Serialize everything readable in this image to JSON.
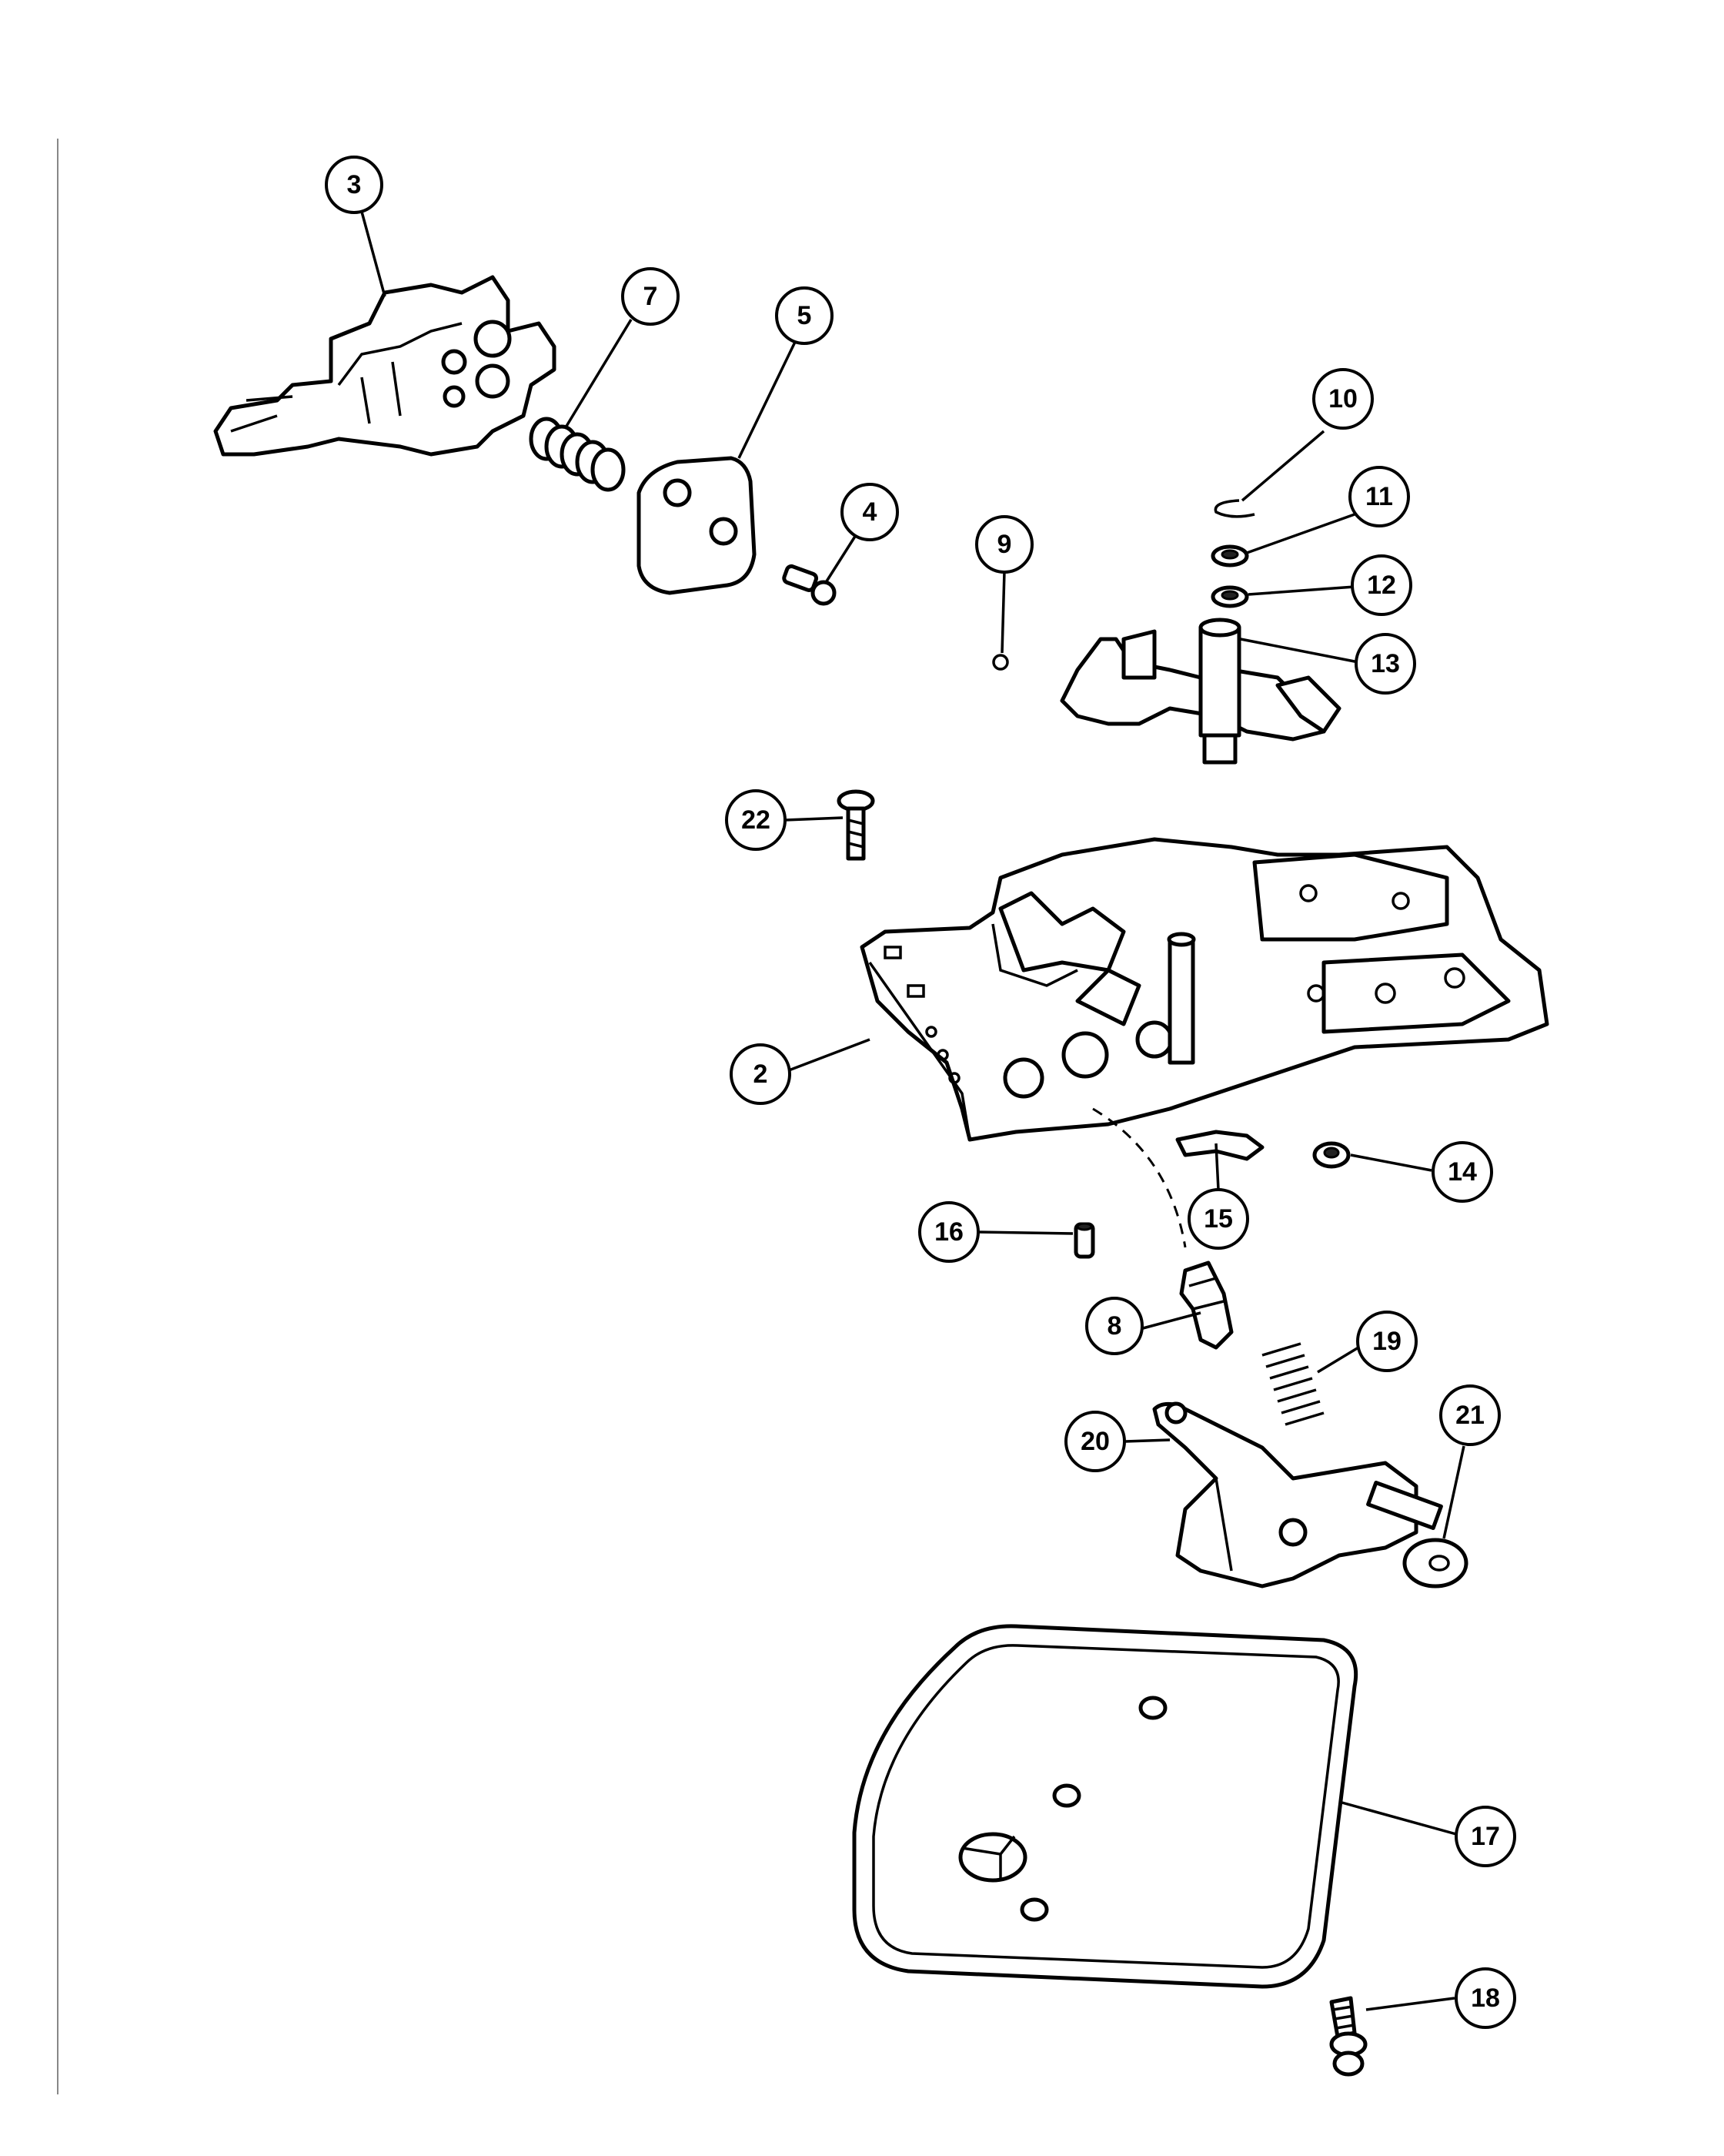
{
  "diagram": {
    "callouts": [
      {
        "id": "c3",
        "label": "3"
      },
      {
        "id": "c7",
        "label": "7"
      },
      {
        "id": "c5",
        "label": "5"
      },
      {
        "id": "c4",
        "label": "4"
      },
      {
        "id": "c9",
        "label": "9"
      },
      {
        "id": "c10",
        "label": "10"
      },
      {
        "id": "c11",
        "label": "11"
      },
      {
        "id": "c12",
        "label": "12"
      },
      {
        "id": "c13",
        "label": "13"
      },
      {
        "id": "c22",
        "label": "22"
      },
      {
        "id": "c2",
        "label": "2"
      },
      {
        "id": "c14",
        "label": "14"
      },
      {
        "id": "c15",
        "label": "15"
      },
      {
        "id": "c16",
        "label": "16"
      },
      {
        "id": "c8",
        "label": "8"
      },
      {
        "id": "c19",
        "label": "19"
      },
      {
        "id": "c20",
        "label": "20"
      },
      {
        "id": "c21",
        "label": "21"
      },
      {
        "id": "c17",
        "label": "17"
      },
      {
        "id": "c18",
        "label": "18"
      }
    ]
  }
}
